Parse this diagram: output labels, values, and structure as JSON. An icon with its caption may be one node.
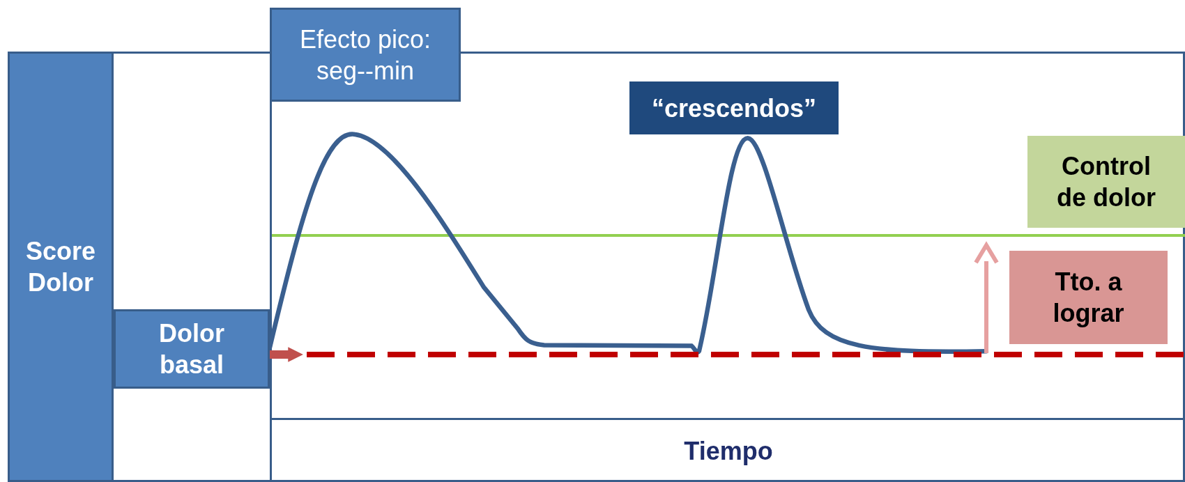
{
  "diagram": {
    "nodes": [
      {
        "text": [
          "Score Dolor"
        ]
      },
      {
        "text": [
          "Dolor basal"
        ]
      },
      {
        "text": [
          "Efecto pico: seg--min"
        ]
      },
      {
        "text": [
          "“crescendos”"
        ]
      },
      {
        "text": [
          "Control de dolor"
        ]
      },
      {
        "text": [
          "Tto. a lograr"
        ]
      },
      {
        "text": [
          "Tiempo"
        ]
      },
      {
        "text": [],
        "shape": "bar"
      }
    ],
    "edges": [
      {
        "from": 1,
        "to": 7,
        "arrow": "to",
        "color": "#c0504d"
      }
    ]
  }
}
